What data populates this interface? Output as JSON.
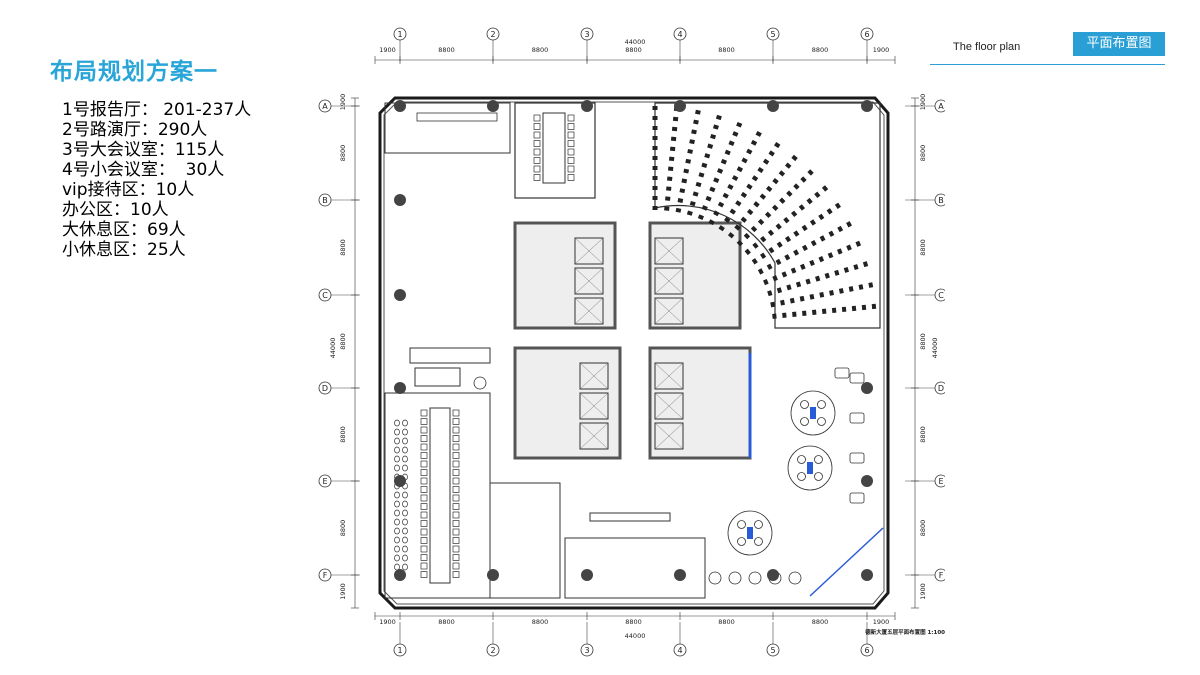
{
  "header": {
    "title": "布局规划方案一",
    "floor_plan_en": "The floor plan",
    "floor_plan_badge": "平面布置图"
  },
  "capacity_list": [
    "1号报告厅： 201-237人",
    "2号路演厅：290人",
    "3号大会议室：115人",
    "4号小会议室：  30人",
    "vip接待区：10人",
    "办公区：10人",
    "大休息区：69人",
    "小休息区：25人"
  ],
  "plan": {
    "grid_numbers": [
      "1",
      "2",
      "3",
      "4",
      "5",
      "6"
    ],
    "grid_letters": [
      "A",
      "B",
      "C",
      "D",
      "E",
      "F"
    ],
    "bay_dims": [
      "1900",
      "8800",
      "8800",
      "8800",
      "8800",
      "8800",
      "1900"
    ],
    "side_dims": [
      "1900",
      "8800",
      "8800",
      "8800",
      "8800",
      "8800",
      "1900"
    ],
    "total_dim": "44000",
    "drawing_caption": "德新大厦五层平面布置图 1:100",
    "colors": {
      "line": "#1a1a1a",
      "wall": "#555555",
      "accent": "#2a5bd7",
      "brand": "#2aa5d8"
    }
  }
}
